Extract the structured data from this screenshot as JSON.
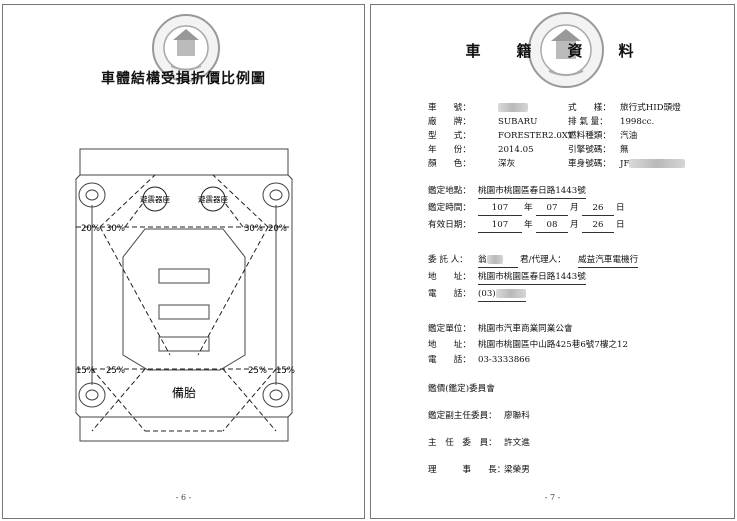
{
  "left_page": {
    "title": "車體結構受損折價比例圖",
    "page_number": "- 6 -",
    "airbag_label": "避震器座",
    "spare_tire_label": "備胎",
    "percent_top": [
      "20%",
      "30%",
      "30%",
      "20%"
    ],
    "percent_bottom": [
      "15%",
      "25%",
      "25%",
      "15%"
    ]
  },
  "right_page": {
    "title": "車籍資料",
    "page_number": "- 7 -",
    "vehicle": [
      {
        "l1": "車　　號：",
        "v1": "",
        "l2": "式　　樣：",
        "v2": "旅行式HID頭燈"
      },
      {
        "l1": "廠　　牌：",
        "v1": "SUBARU",
        "l2": "排 氣 量：",
        "v2": "1998cc."
      },
      {
        "l1": "型　　式：",
        "v1": "FORESTER2.0XT",
        "l2": "燃料種類：",
        "v2": "汽油"
      },
      {
        "l1": "年　　份：",
        "v1": "2014.05",
        "l2": "引擎號碼：",
        "v2": "無"
      },
      {
        "l1": "顏　　色：",
        "v1": "深灰",
        "l2": "車身號碼：",
        "v2": "JF"
      }
    ],
    "inspection_place_label": "鑑定地點：",
    "inspection_place": "桃園市桃園區春日路1443號",
    "inspection_time_label": "鑑定時間：",
    "inspection_time": {
      "year": "107",
      "month": "07",
      "day": "26"
    },
    "valid_date_label": "有效日期：",
    "valid_date": {
      "year": "107",
      "month": "08",
      "day": "26"
    },
    "year_unit": "年",
    "month_unit": "月",
    "day_unit": "日",
    "client_label": "委 託 人：",
    "client_name": "翁",
    "client_suffix": "君/代理人：",
    "agent": "威益汽車電機行",
    "client_address_label": "地　　址：",
    "client_address": "桃園市桃園區春日路1443號",
    "client_phone_label": "電　　話：",
    "client_phone": "(03)",
    "org_label": "鑑定單位：",
    "org": "桃園市汽車商業同業公會",
    "org_address_label": "地　　址：",
    "org_address": "桃園市桃園區中山路425巷6號7樓之12",
    "org_phone_label": "電　　話：",
    "org_phone": "03-3333866",
    "committee": "鑑價(鑑定)委員會",
    "vice_chair_label": "鑑定副主任委員：",
    "vice_chair": "廖聯科",
    "chair_label": "主　任　委　員：",
    "chair": "許文進",
    "director_label": "理　　　事　　長：",
    "director": "梁榮男"
  }
}
